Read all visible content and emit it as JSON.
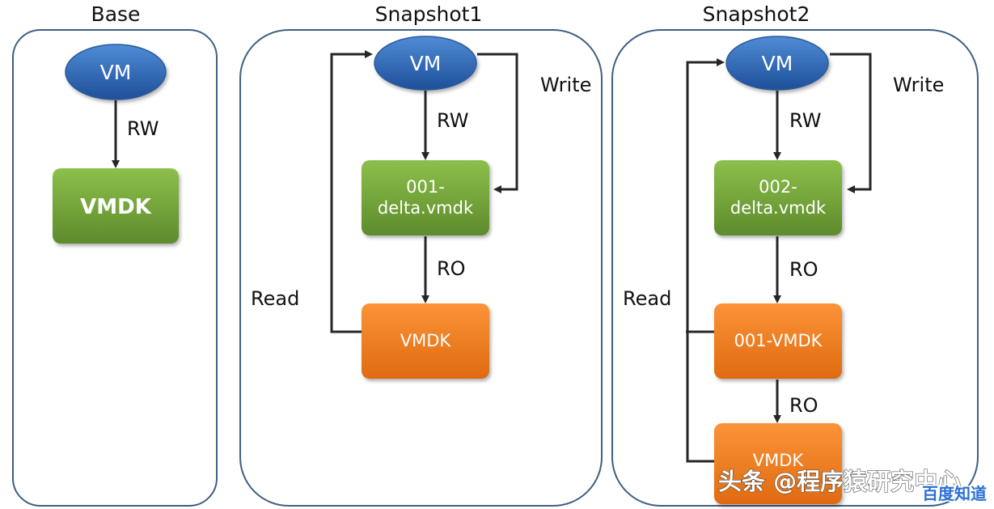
{
  "panels": {
    "base": {
      "title": "Base"
    },
    "snapshot1": {
      "title": "Snapshot1"
    },
    "snapshot2": {
      "title": "Snapshot2"
    }
  },
  "base": {
    "vm": "VM",
    "edge_rw": "RW",
    "disk": "VMDK"
  },
  "snapshot1": {
    "vm": "VM",
    "edge_rw": "RW",
    "delta_line1": "001-",
    "delta_line2": "delta.vmdk",
    "edge_ro": "RO",
    "disk": "VMDK",
    "write_label": "Write",
    "read_label": "Read"
  },
  "snapshot2": {
    "vm": "VM",
    "edge_rw": "RW",
    "delta_line1": "002-",
    "delta_line2": "delta.vmdk",
    "edge_ro_1": "RO",
    "mid_disk": "001-VMDK",
    "edge_ro_2": "RO",
    "disk": "VMDK",
    "write_label": "Write",
    "read_label": "Read"
  },
  "watermark": {
    "text": "头条 @程序猿研究中心",
    "logo": "百度知道"
  },
  "colors": {
    "vm_blue": "#2e64ad",
    "green": "#73a23a",
    "orange": "#f07a1c",
    "border": "#3f5f82",
    "arrow": "#262626"
  }
}
